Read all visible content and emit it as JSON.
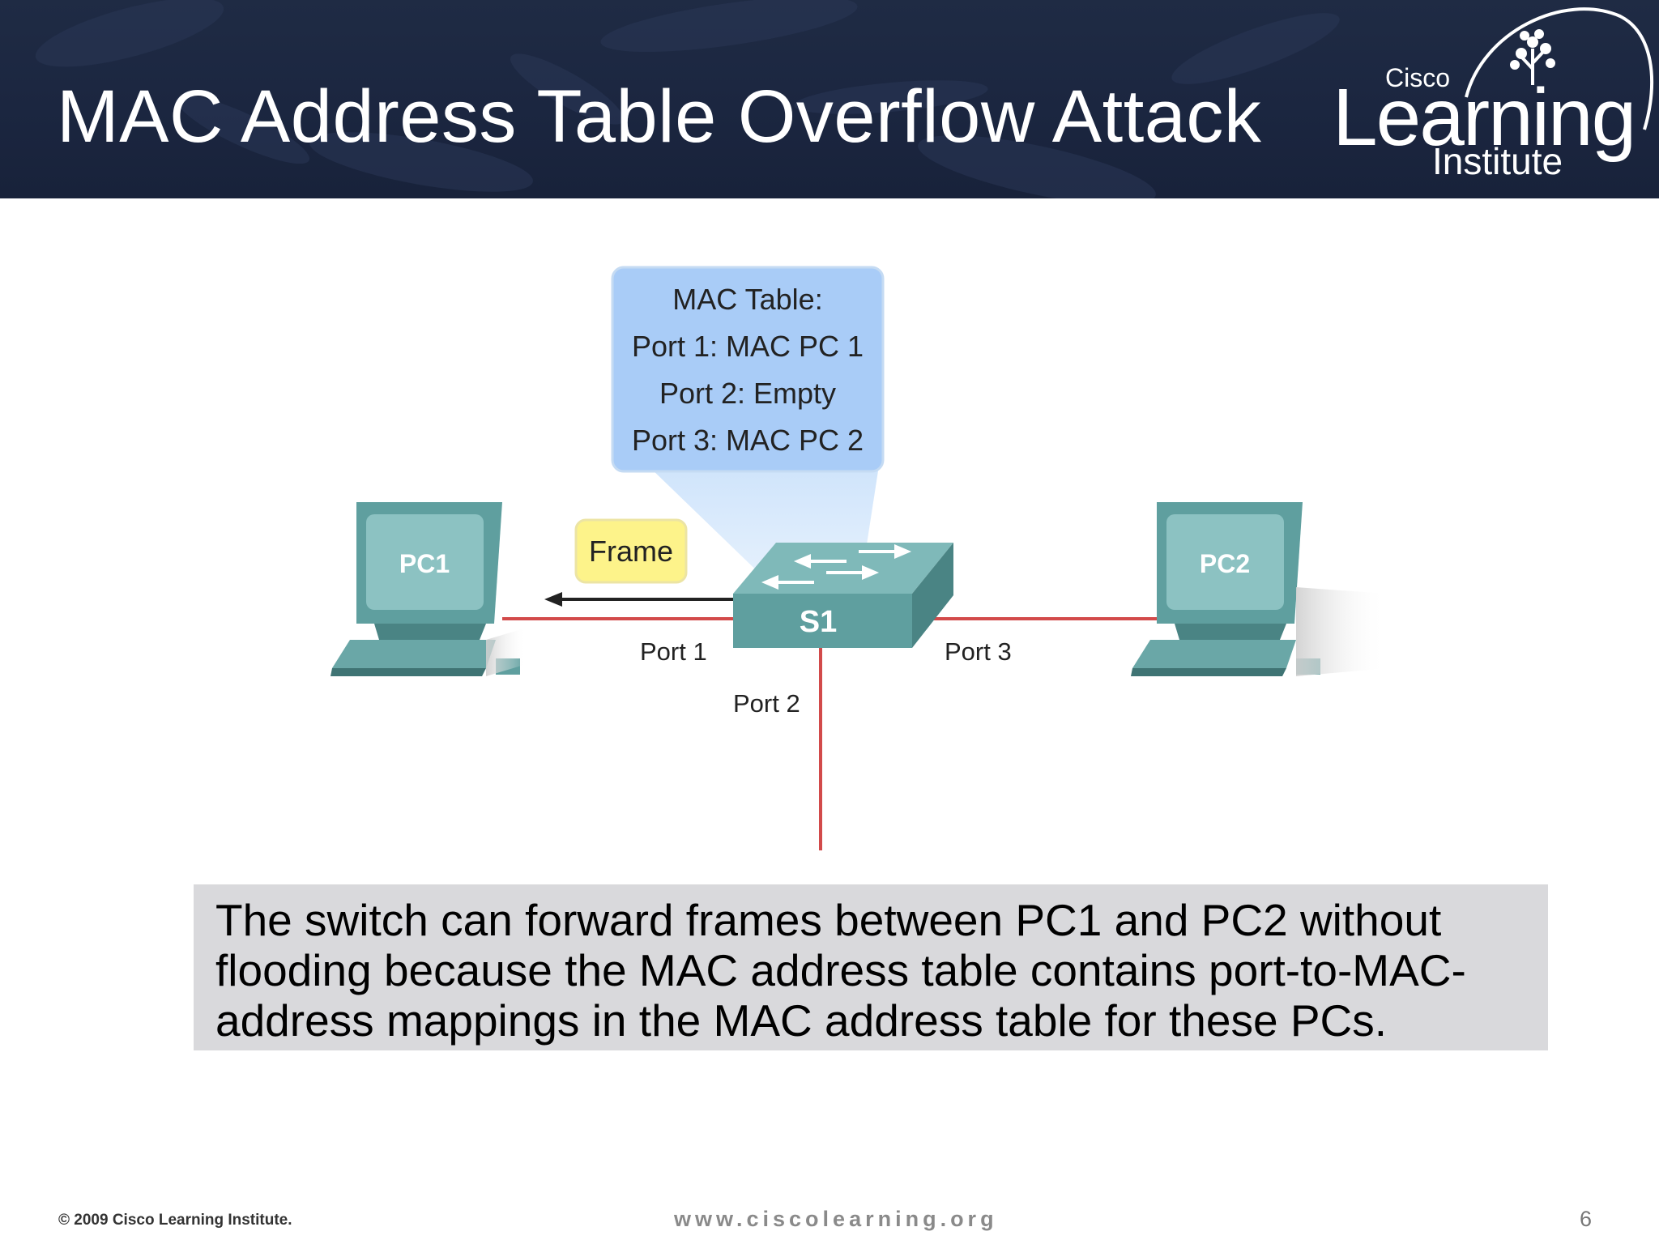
{
  "slide": {
    "title": "MAC Address Table Overflow Attack",
    "page_number": "6"
  },
  "logo": {
    "cisco": "Cisco",
    "learning": "Learning",
    "institute": "Institute"
  },
  "diagram": {
    "mac_table": {
      "lines": [
        "MAC Table:",
        "Port 1: MAC PC 1",
        "Port 2: Empty",
        "Port 3: MAC PC 2"
      ]
    },
    "frame_label": "Frame",
    "switch_label": "S1",
    "pc1_label": "PC1",
    "pc2_label": "PC2",
    "port_labels": [
      "Port 1",
      "Port 2",
      "Port 3"
    ]
  },
  "caption": "The switch can forward frames between PC1 and PC2 without flooding because the MAC address table contains port-to-MAC-address mappings in the MAC address table for these PCs.",
  "footer": {
    "copyright": "© 2009 Cisco Learning Institute.",
    "url": "www.ciscolearning.org"
  },
  "colors": {
    "header_bg": "#1f2b44",
    "mac_table_bg": "#a9ccf7",
    "frame_bg": "#fdf38a",
    "link_red": "#d24a4a",
    "device_teal": "#5f9f9f",
    "caption_bg": "#d9d9dc"
  }
}
